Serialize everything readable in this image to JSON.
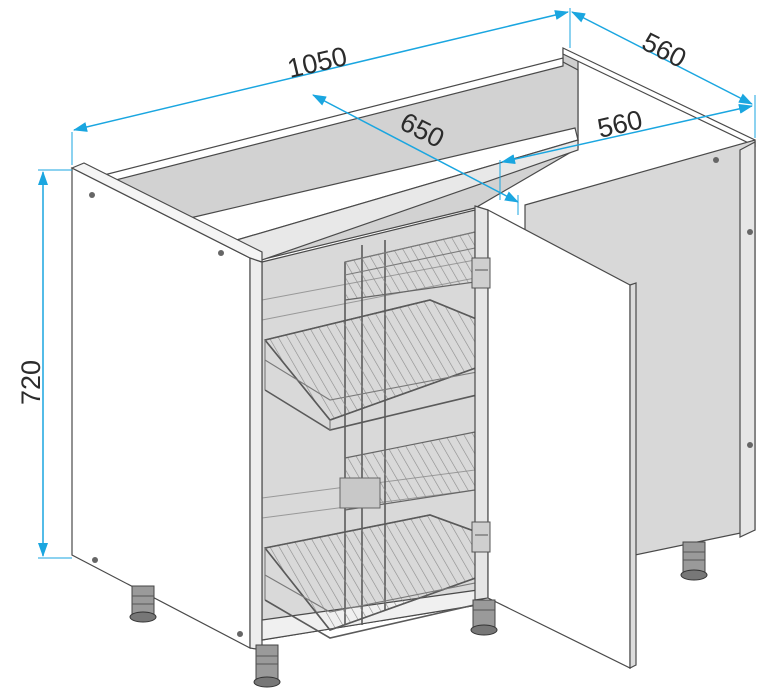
{
  "dimensions": {
    "width_total": "1050",
    "depth_right": "560",
    "inner_depth": "650",
    "inner_width": "560",
    "height": "720"
  },
  "colors": {
    "dimension_line": "#1aa6e0",
    "panel_white": "#ffffff",
    "panel_grey": "#d4d4d4",
    "panel_light": "#ececec",
    "outline": "#4a4a4a"
  }
}
